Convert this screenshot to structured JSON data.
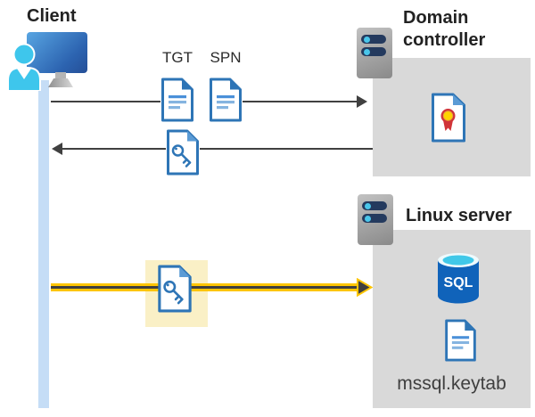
{
  "client": {
    "label": "Client"
  },
  "domain_controller": {
    "label": "Domain controller"
  },
  "linux_server": {
    "label": "Linux server",
    "sql_icon_label": "SQL",
    "keytab_label": "mssql.keytab"
  },
  "tickets": {
    "tgt": "TGT",
    "spn": "SPN"
  },
  "icons": {
    "client": "monitor-with-user",
    "domain_controller": "server-rack",
    "linux_server": "server-rack",
    "tgt": "document",
    "spn": "document",
    "service_ticket": "document-with-key",
    "keytab_ticket": "document-with-key",
    "certificate": "certificate-document",
    "sql_database": "sql-database-cylinder",
    "keytab_file": "document"
  },
  "colors": {
    "doc_blue": "#2e75b6",
    "doc_line_blue": "#4a90d9",
    "box_gray": "#d9d9d9",
    "highlight_yellow": "#faf0c6",
    "arrow_gray": "#404040",
    "arrow_yellow": "#fdc500",
    "client_band_blue": "#c5ddf6",
    "server_pill_navy": "#243a5e",
    "sql_azure": "#1063ba",
    "person_cyan": "#3ec6ec",
    "cert_red": "#d13438",
    "cert_yellow": "#ffd400"
  }
}
